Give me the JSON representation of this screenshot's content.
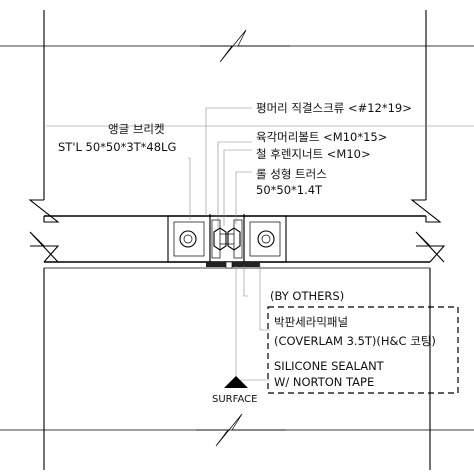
{
  "labels": {
    "screw": "평머리 직결스크류 <#12*19>",
    "angle_title": "앵글 브리켓",
    "angle_spec": "ST'L 50*50*3T*48LG",
    "hex_bolt": "육각머리볼트 <M10*15>",
    "nut": "철 후렌지너트 <M10>",
    "truss_title": "롤 성형 트러스",
    "truss_spec": "50*50*1.4T",
    "by_others": "(BY OTHERS)",
    "panel_title": "박판세라믹패널",
    "panel_spec": "(COVERLAM  3.5T)(H&C 코팅)",
    "sealant_1": "SILICONE SEALANT",
    "sealant_2": "W/ NORTON TAPE",
    "surface": "SURFACE"
  }
}
